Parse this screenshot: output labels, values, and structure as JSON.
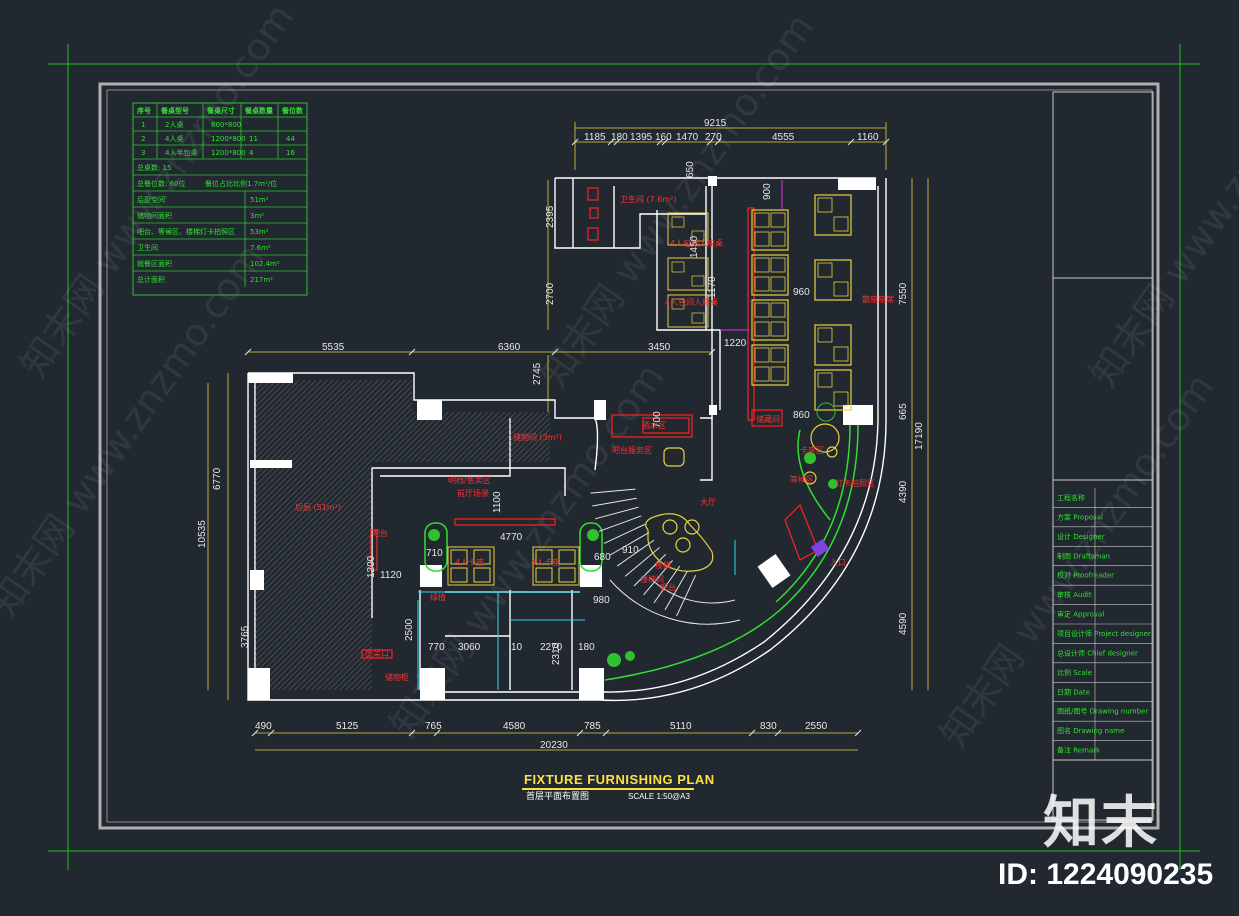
{
  "legend_table": {
    "headers": [
      "序号",
      "餐桌型号",
      "餐桌尺寸",
      "餐桌数量",
      "餐位数"
    ],
    "rows": [
      [
        "1",
        "2人桌",
        "800*800",
        "",
        ""
      ],
      [
        "2",
        "4人桌",
        "1200*800",
        "11",
        "44"
      ],
      [
        "3",
        "4人半包桌",
        "1200*800",
        "4",
        "16"
      ]
    ],
    "summary": [
      [
        "总桌数: 15",
        ""
      ],
      [
        "总餐位数: 60位",
        "餐位占比比例1.7m²/位"
      ],
      [
        "后厨空间",
        "51m²"
      ],
      [
        "储物间面积",
        "3m²"
      ],
      [
        "吧台、等候区、楼梯灯卡拍照区",
        "53m²"
      ],
      [
        "卫生间",
        "7.6m²"
      ],
      [
        "就餐区面积",
        "102.4m²"
      ],
      [
        "总计面积",
        "217m²"
      ]
    ]
  },
  "dimensions": {
    "top_total": "9215",
    "top_segments": [
      "1185",
      "180",
      "1395",
      "160",
      "1470",
      "270",
      "4555",
      "1160"
    ],
    "mid_row": [
      "5535",
      "6360",
      "3450"
    ],
    "bottom_segments": [
      "490",
      "5125",
      "765",
      "4580",
      "785",
      "5110",
      "830",
      "2550"
    ],
    "bottom_total": "20230",
    "left": [
      "6770",
      "10535",
      "3765"
    ],
    "right": [
      "7550",
      "665",
      "17190",
      "4390",
      "4590"
    ],
    "inner": [
      "2395",
      "2700",
      "2745",
      "1220",
      "960",
      "860",
      "900",
      "710",
      "4770",
      "680",
      "910",
      "980",
      "1120",
      "1100",
      "2500",
      "770",
      "3060",
      "10",
      "2270",
      "180",
      "2310",
      "1200",
      "650",
      "1450",
      "700",
      "1170"
    ]
  },
  "room_labels": [
    "卫生间 (7.6m²)",
    "4人包间人座桌",
    "4人包间人座桌",
    "散座座席",
    "储藏间",
    "储物间 (3m²)",
    "吧台服务区",
    "酒水区",
    "后厨 (51m²)",
    "大厅",
    "卡座区",
    "等候区",
    "前厅场景",
    "灯卡拍照区",
    "楼梯",
    "4人卡座",
    "4人卡座",
    "出菜口",
    "储物柜",
    "入口",
    "明档/售卖区",
    "吧台",
    "吧台",
    "绿植",
    "楼梯间"
  ],
  "title": {
    "main": "FIXTURE FURNISHING PLAN",
    "sub": "首层平面布置图",
    "scale": "SCALE 1:50@A3"
  },
  "title_block": {
    "rows": [
      "工程名称",
      "方案 Proposal",
      "设计 Designer",
      "制图 Draftsman",
      "校对 Proofreader",
      "审核 Audit",
      "审定 Approval",
      "项目设计师 Project designer",
      "总设计师 Chief designer",
      "比例 Scale",
      "日期 Date",
      "图纸/图号 Drawing number",
      "图名 Drawing name",
      "备注 Remark"
    ]
  },
  "watermark": {
    "brand": "知末",
    "side_text": "知末网 www.znzmo.com",
    "id": "ID: 1224090235"
  },
  "colors": {
    "background": "#212830",
    "dimension": "#e8d040",
    "wall": "#ffffff",
    "label": "#ff3030",
    "table_line": "#30e030",
    "frame_green": "#20c020"
  }
}
